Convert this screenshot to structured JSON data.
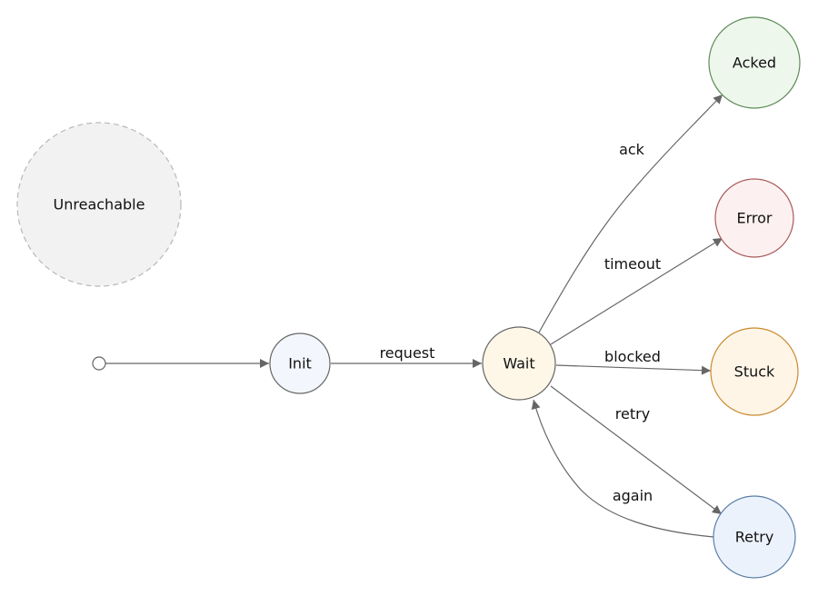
{
  "diagram": {
    "nodes": {
      "unreachable": {
        "label": "Unreachable",
        "fill": "#f2f2f2",
        "stroke": "#b8b8b8",
        "dashed": true
      },
      "init": {
        "label": "Init",
        "fill": "#f3f6fc",
        "stroke": "#666666"
      },
      "wait": {
        "label": "Wait",
        "fill": "#fef7e8",
        "stroke": "#666666"
      },
      "acked": {
        "label": "Acked",
        "fill": "#eef7ec",
        "stroke": "#5e8c58"
      },
      "error": {
        "label": "Error",
        "fill": "#fdf0f0",
        "stroke": "#a85a5a"
      },
      "stuck": {
        "label": "Stuck",
        "fill": "#fef5e7",
        "stroke": "#c98a2e"
      },
      "retry": {
        "label": "Retry",
        "fill": "#ecf2fc",
        "stroke": "#5a7ea6"
      }
    },
    "edges": {
      "start_init": {
        "from": "start",
        "to": "Init",
        "label": ""
      },
      "init_wait": {
        "from": "Init",
        "to": "Wait",
        "label": "request"
      },
      "wait_acked": {
        "from": "Wait",
        "to": "Acked",
        "label": "ack"
      },
      "wait_error": {
        "from": "Wait",
        "to": "Error",
        "label": "timeout"
      },
      "wait_stuck": {
        "from": "Wait",
        "to": "Stuck",
        "label": "blocked"
      },
      "wait_retry": {
        "from": "Wait",
        "to": "Retry",
        "label": "retry"
      },
      "retry_wait": {
        "from": "Retry",
        "to": "Wait",
        "label": "again"
      }
    },
    "colors": {
      "edge": "#666666",
      "start_marker_stroke": "#666666"
    }
  }
}
